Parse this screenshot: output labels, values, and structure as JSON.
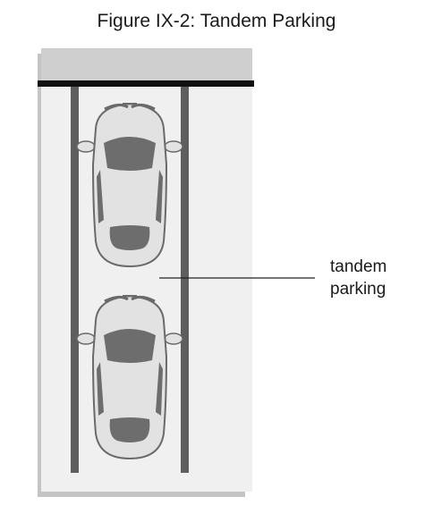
{
  "figure": {
    "title": "Figure IX-2: Tandem Parking"
  },
  "callout": {
    "line1": "tandem",
    "line2": "parking"
  },
  "colors": {
    "floor": "#f0f0f0",
    "shadow": "#c4c4c4",
    "header_strip": "#cfcfcf",
    "wall": "#111111",
    "stripe": "#5e5e5e",
    "car_body": "#e2e2e2",
    "car_outline": "#6a6a6a",
    "car_glass": "#6d6d6d"
  }
}
